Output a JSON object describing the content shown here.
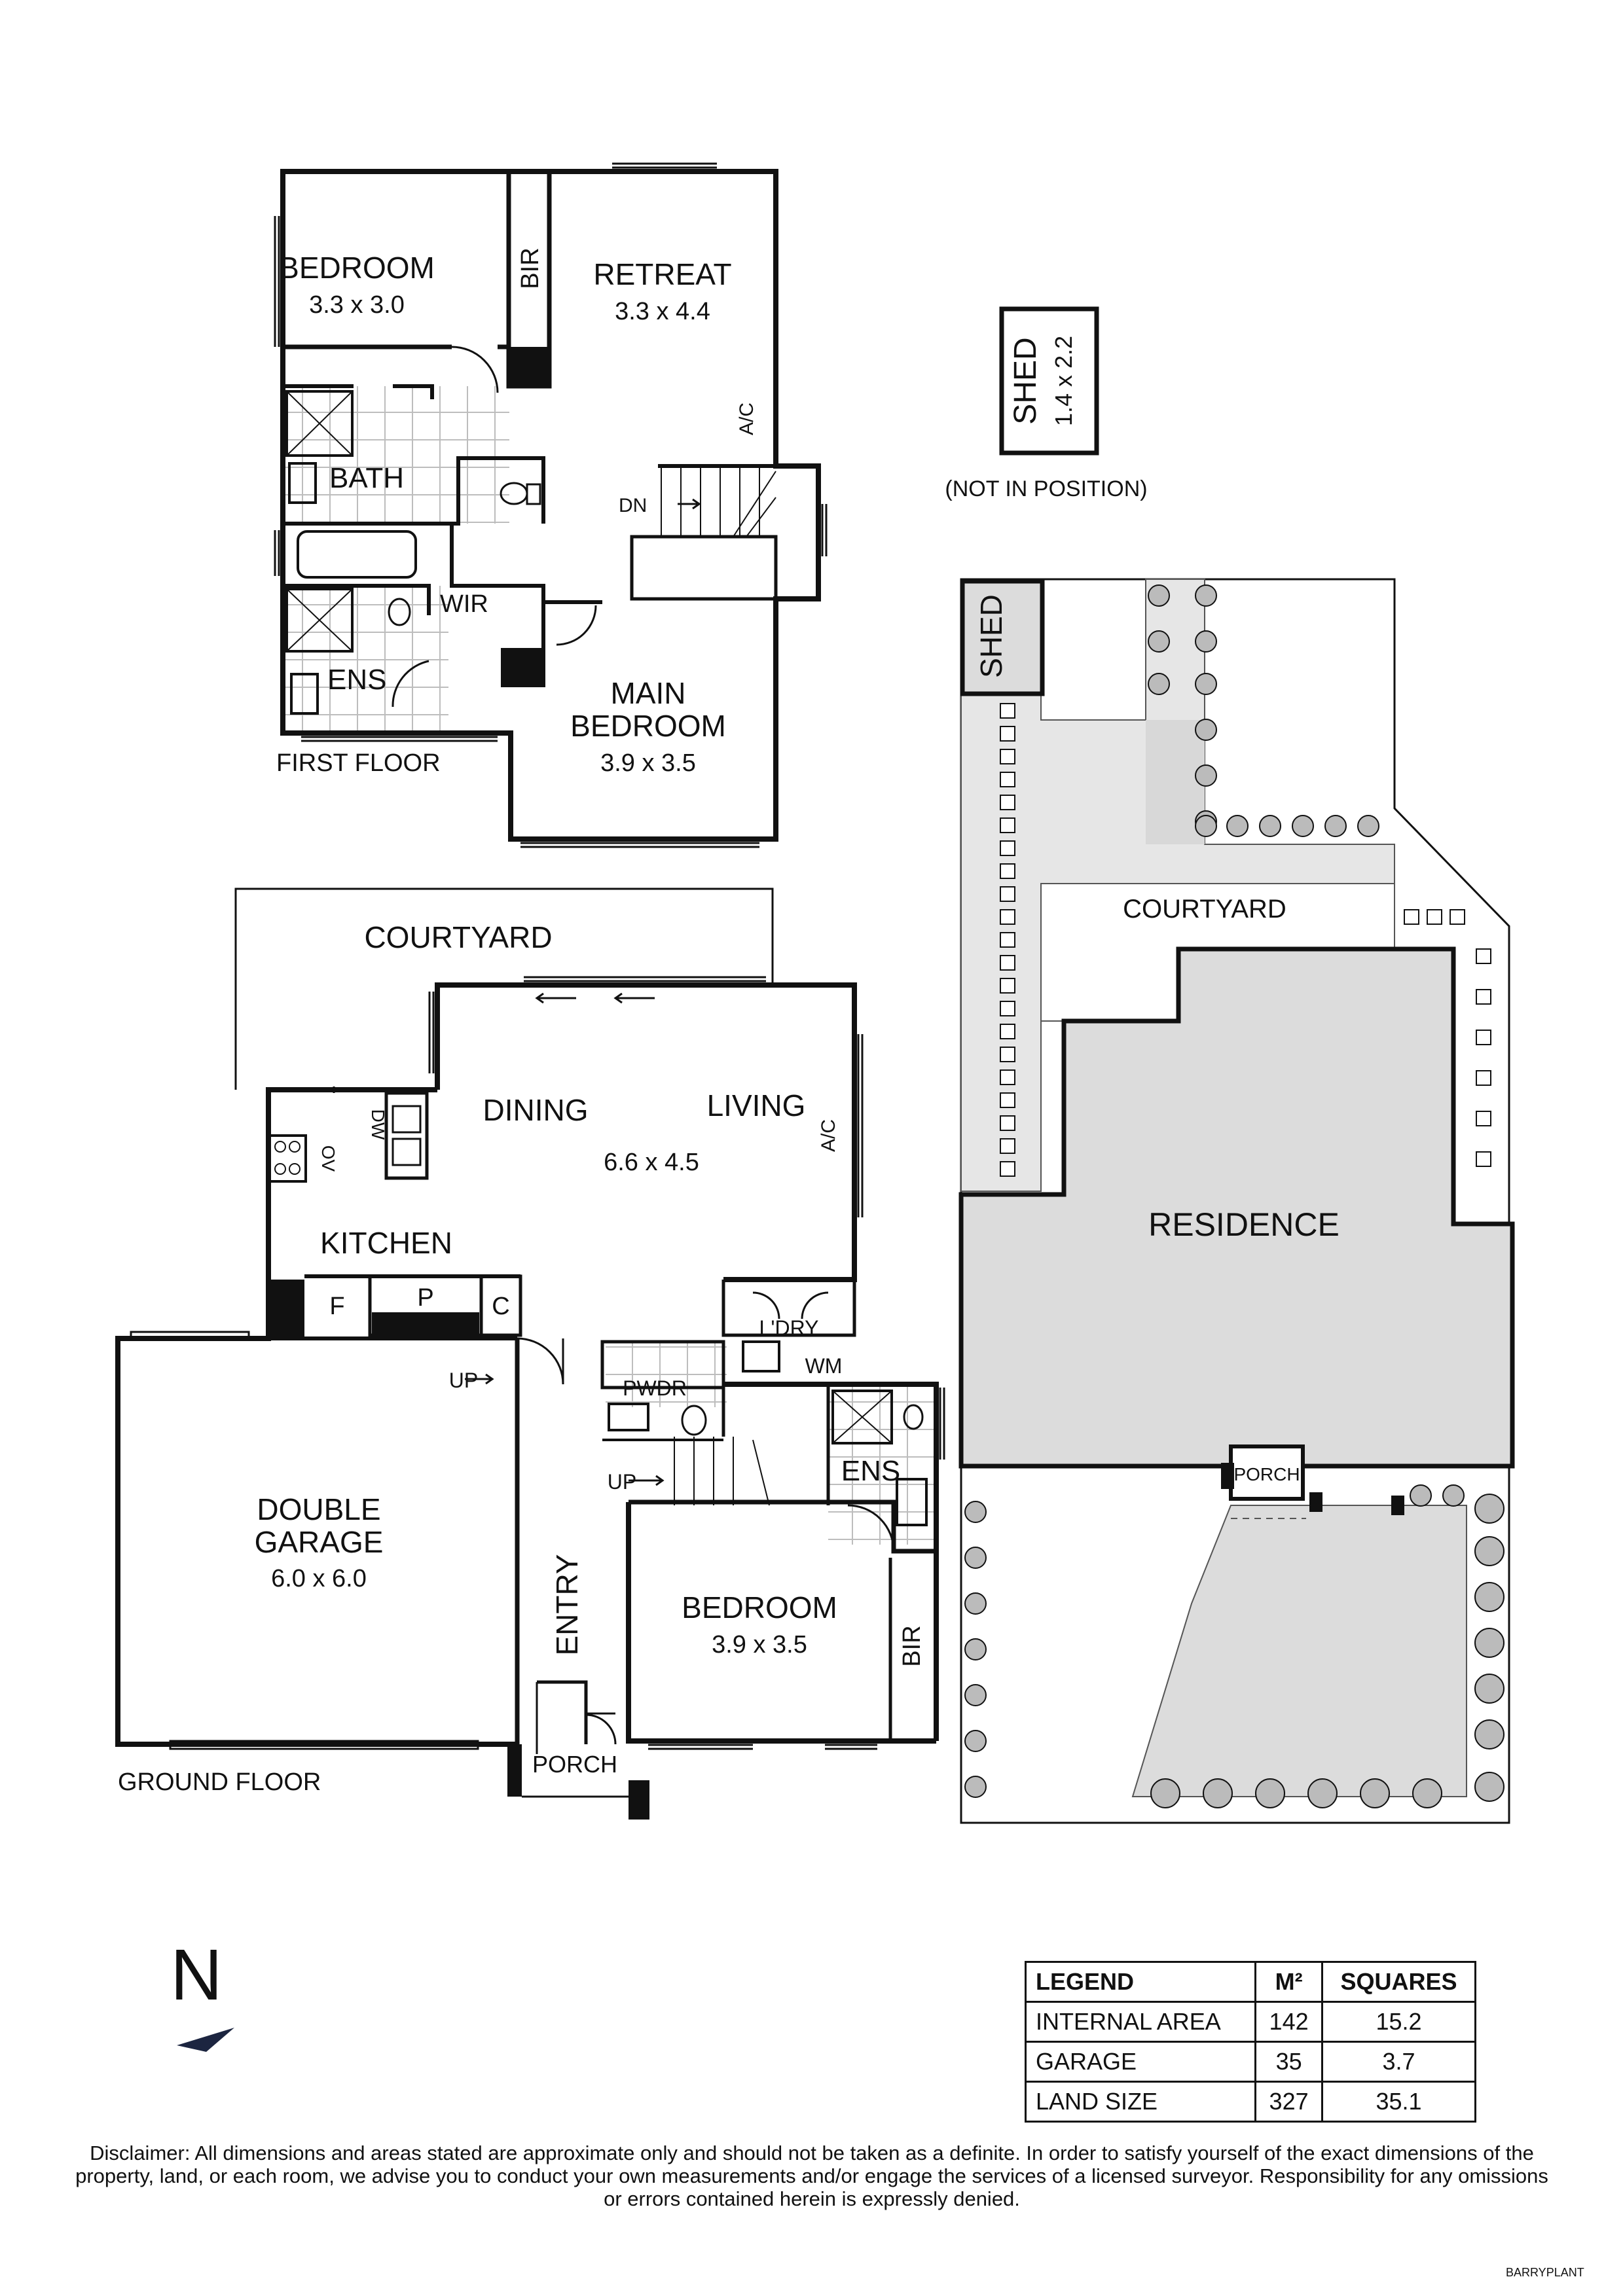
{
  "first_floor": {
    "label": "FIRST FLOOR",
    "rooms": {
      "bedroom": {
        "name": "BEDROOM",
        "size": "3.3 x 3.0"
      },
      "bir": "BIR",
      "retreat": {
        "name": "RETREAT",
        "size": "3.3 x 4.4"
      },
      "ac": "A/C",
      "bath": "BATH",
      "dn": "DN",
      "wir": "WIR",
      "ens": "ENS",
      "main_bedroom": {
        "name_line1": "MAIN",
        "name_line2": "BEDROOM",
        "size": "3.9 x 3.5"
      }
    }
  },
  "shed_detail": {
    "name": "SHED",
    "size": "1.4 x 2.2",
    "note": "(NOT IN POSITION)"
  },
  "ground_floor": {
    "label": "GROUND FLOOR",
    "rooms": {
      "courtyard": "COURTYARD",
      "dining": "DINING",
      "living": "LIVING",
      "living_size": "6.6 x 4.5",
      "ac": "A/C",
      "dw": "DW",
      "ov": "OV",
      "kitchen": "KITCHEN",
      "f": "F",
      "p": "P",
      "c": "C",
      "ldry": "L'DRY",
      "wm": "WM",
      "pwdr": "PWDR",
      "up_garage": "UP",
      "up_stairs": "UP",
      "ens": "ENS",
      "garage": {
        "name_line1": "DOUBLE",
        "name_line2": "GARAGE",
        "size": "6.0 x 6.0"
      },
      "entry": "ENTRY",
      "bedroom": {
        "name": "BEDROOM",
        "size": "3.9 x 3.5"
      },
      "bir": "BIR",
      "porch": "PORCH"
    }
  },
  "site_plan": {
    "shed": "SHED",
    "courtyard": "COURTYARD",
    "residence": "RESIDENCE",
    "porch": "PORCH"
  },
  "north": "N",
  "legend": {
    "headers": [
      "LEGEND",
      "M²",
      "SQUARES"
    ],
    "rows": [
      {
        "label": "INTERNAL AREA",
        "m2": "142",
        "squares": "15.2"
      },
      {
        "label": "GARAGE",
        "m2": "35",
        "squares": "3.7"
      },
      {
        "label": "LAND SIZE",
        "m2": "327",
        "squares": "35.1"
      }
    ]
  },
  "disclaimer": "Disclaimer: All dimensions and areas stated are approximate only and should not be taken as a definite. In order to satisfy yourself of the exact dimensions of the property, land, or each room, we advise you to conduct your own measurements and/or engage the services of a licensed surveyor. Responsibility for any omissions or errors contained herein is expressly denied.",
  "watermark": "BARRYPLANT"
}
